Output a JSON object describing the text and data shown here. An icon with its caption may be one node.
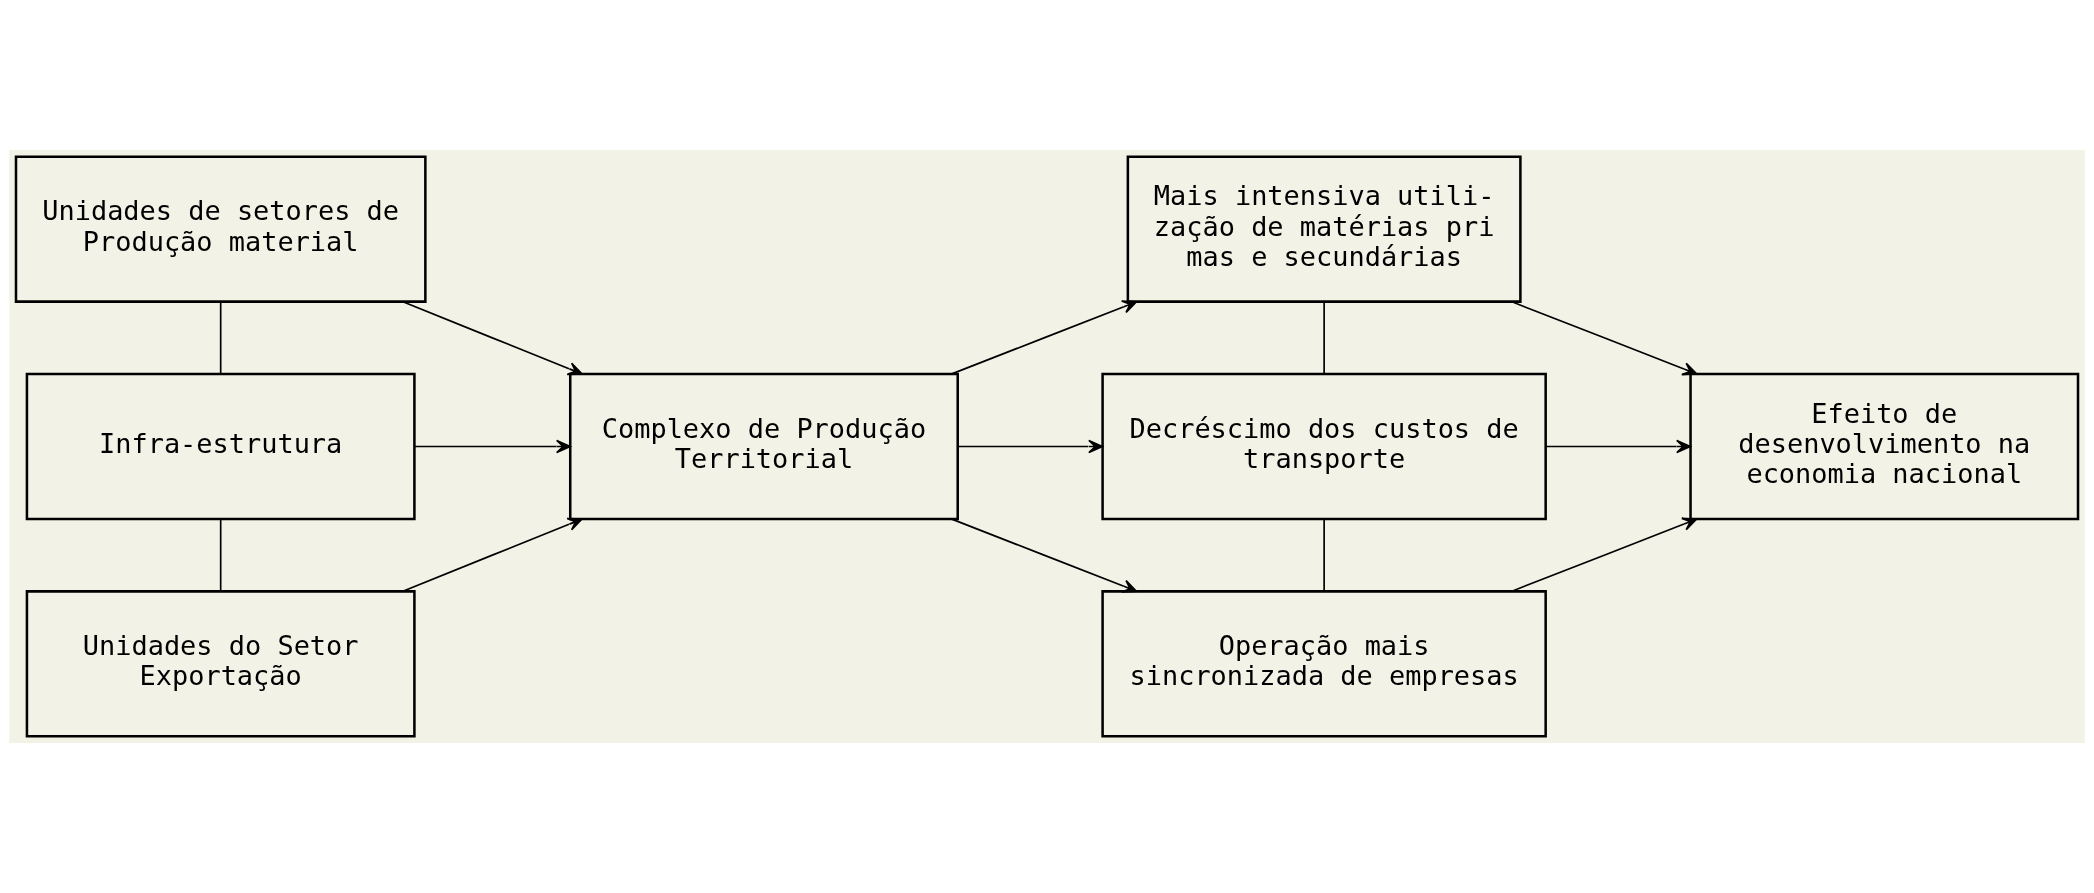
{
  "diagram": {
    "nodes": [
      {
        "text": [
          "Unidades de setores de Produção material"
        ]
      },
      {
        "text": [
          "Infra-estrutura"
        ]
      },
      {
        "text": [
          "Unidades do Setor Exportação"
        ]
      },
      {
        "text": [
          "Complexo de Produção Territorial"
        ]
      },
      {
        "text": [
          "Mais intensiva utili- zação de matérias pri mas e secundárias"
        ]
      },
      {
        "text": [
          "Decréscimo dos custos de transporte"
        ]
      },
      {
        "text": [
          "Operação mais sincronizada de empresas"
        ]
      },
      {
        "text": [
          "Efeito de desenvolvimento na economia nacional"
        ]
      }
    ],
    "edges": [
      {
        "from": 0,
        "to": 1,
        "arrow": "none"
      },
      {
        "from": 1,
        "to": 2,
        "arrow": "none"
      },
      {
        "from": 0,
        "to": 3,
        "arrow": "to"
      },
      {
        "from": 1,
        "to": 3,
        "arrow": "to"
      },
      {
        "from": 2,
        "to": 3,
        "arrow": "to"
      },
      {
        "from": 3,
        "to": 4,
        "arrow": "to"
      },
      {
        "from": 3,
        "to": 5,
        "arrow": "to"
      },
      {
        "from": 3,
        "to": 6,
        "arrow": "to"
      },
      {
        "from": 4,
        "to": 5,
        "arrow": "none"
      },
      {
        "from": 5,
        "to": 6,
        "arrow": "none"
      },
      {
        "from": 4,
        "to": 7,
        "arrow": "to"
      },
      {
        "from": 5,
        "to": 7,
        "arrow": "to"
      },
      {
        "from": 6,
        "to": 7,
        "arrow": "to"
      }
    ]
  }
}
